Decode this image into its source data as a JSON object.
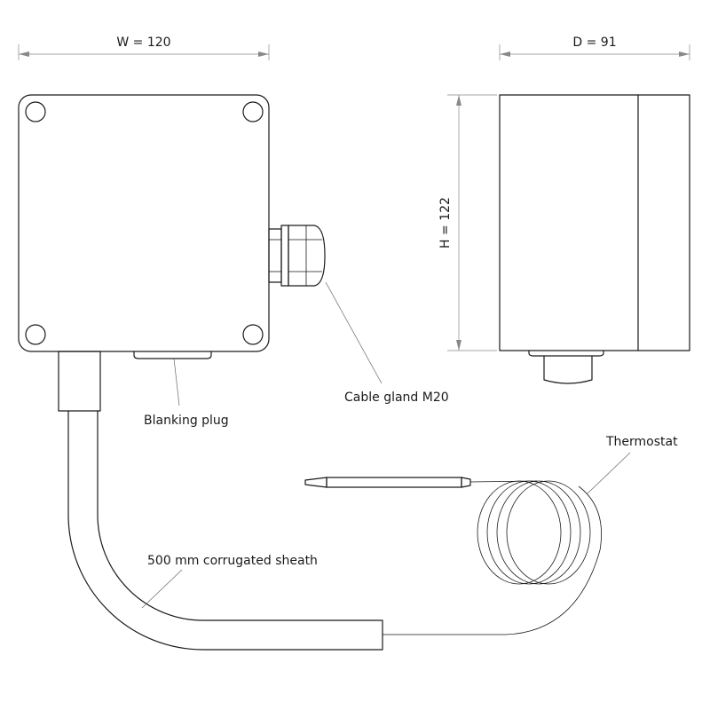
{
  "dimensions": {
    "width_label": "W = 120",
    "depth_label": "D = 91",
    "height_label": "H = 122"
  },
  "callouts": {
    "cable_gland": "Cable gland M20",
    "blanking_plug": "Blanking plug",
    "thermostat": "Thermostat",
    "sheath": "500 mm corrugated sheath"
  },
  "colors": {
    "line": "#1a1a1a",
    "dimension": "#888888",
    "background": "#ffffff"
  }
}
